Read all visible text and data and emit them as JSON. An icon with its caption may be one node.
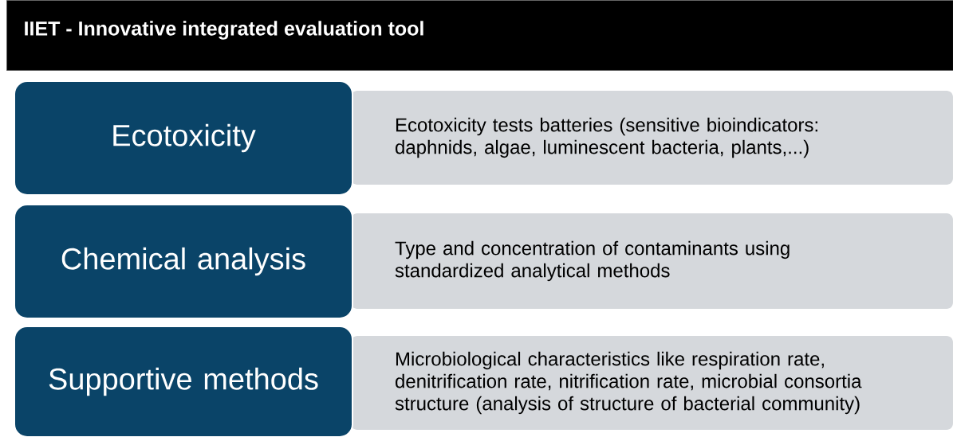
{
  "diagram": {
    "title": "IIET - Innovative integrated evaluation tool",
    "nodes": [
      {
        "text": [
          "Ecotoxicity"
        ]
      },
      {
        "text": [
          "Ecotoxicity tests batteries (sensitive bioindicators: daphnids, algae, luminescent bacteria, plants,...)"
        ]
      },
      {
        "text": [
          "Chemical analysis"
        ]
      },
      {
        "text": [
          "Type and concentration of contaminants using standardized analytical methods"
        ]
      },
      {
        "text": [
          "Supportive methods"
        ]
      },
      {
        "text": [
          "Microbiological characteristics like respiration rate, denitrification rate, nitrification rate, microbial consortia structure (analysis of structure of bacterial community)"
        ]
      }
    ]
  }
}
